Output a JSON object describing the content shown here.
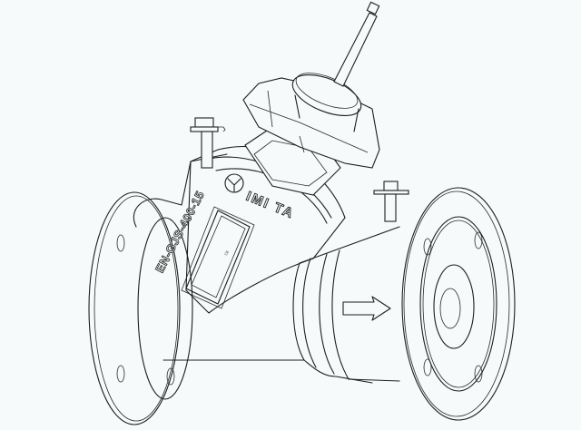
{
  "drawing": {
    "subject": "Flanged balancing valve (isometric line drawing)",
    "brand_mark": "IMI TA",
    "body_marking": "EN-GJS-400-15",
    "nameplate_mark": "CE",
    "flow_direction": "left-to-right arrow on outlet body",
    "colors": {
      "background": "#f7fafa",
      "line": "#1e1e1e"
    }
  }
}
